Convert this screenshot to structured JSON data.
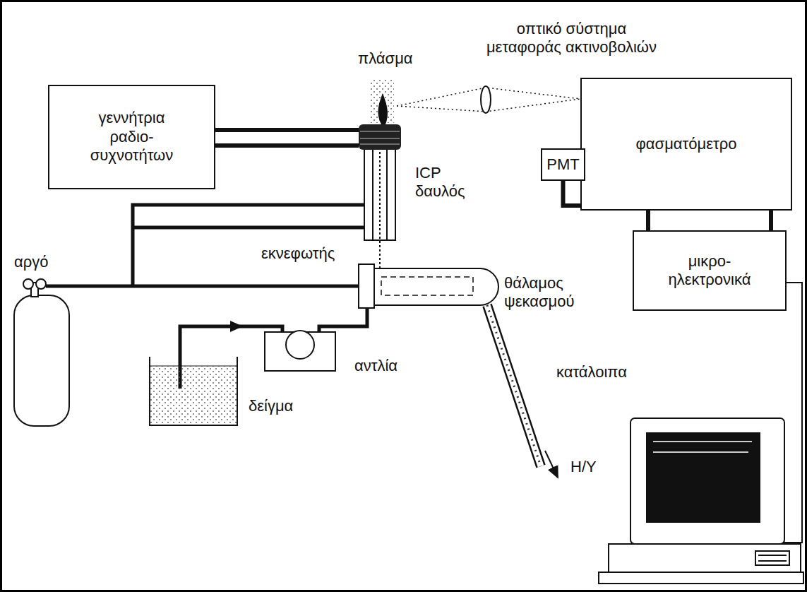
{
  "diagram": {
    "nodes": [
      {
        "text": [
          "γεννήτρια ραδιο- συχνοτήτων"
        ]
      },
      {
        "text": [
          "φασματόμετρο"
        ]
      },
      {
        "text": [
          "PMT"
        ]
      },
      {
        "text": [
          "μικρο- ηλεκτρονικά"
        ]
      }
    ],
    "edges": [
      {
        "from": 2,
        "to": 3,
        "arrow": "none"
      },
      {
        "from": 1,
        "to": 3,
        "arrow": "none"
      }
    ],
    "labels": [
      "πλάσμα",
      "οπτικό σύστημα μεταφοράς ακτινοβολιών",
      "ICP δαυλός",
      "αργό",
      "εκνεφωτής",
      "θάλαμος ψεκασμού",
      "αντλία",
      "δείγμα",
      "κατάλοιπα",
      "H/Y"
    ]
  }
}
